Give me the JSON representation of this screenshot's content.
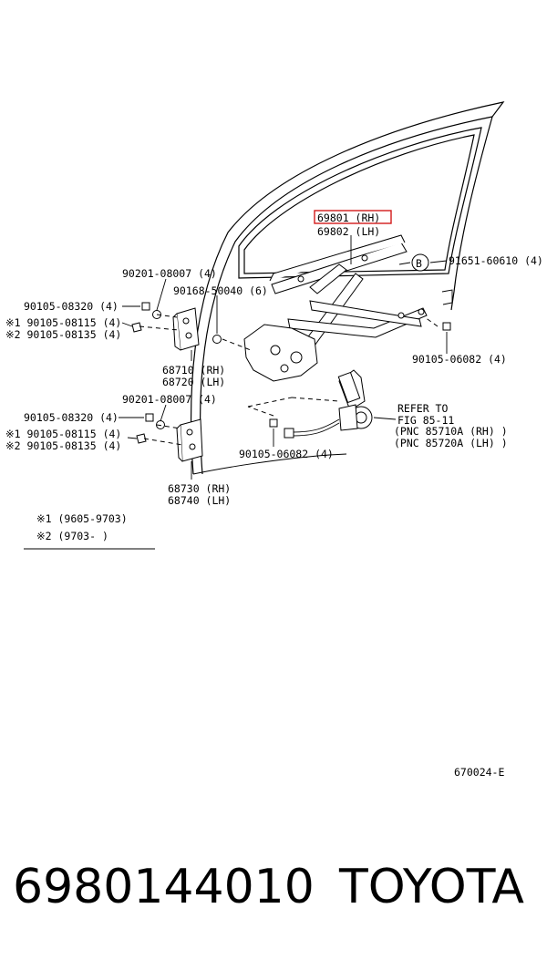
{
  "labels": {
    "glass_rh": "69801 (RH)",
    "glass_lh": "69802 (LH)",
    "b_mark": "B",
    "bolt_91651": "91651-60610 (4)",
    "bolt_90201_top": "90201-08007 (4)",
    "bolt_90168": "90168-50040 (6)",
    "bolt_90105_08320_top": "90105-08320 (4)",
    "bolt_90105_08115_top": "※1 90105-08115 (4)",
    "bolt_90105_08135_top": "※2 90105-08135 (4)",
    "hinge_68710": "68710 (RH)",
    "hinge_68720": "68720 (LH)",
    "bolt_90105_06082_right": "90105-06082 (4)",
    "bolt_90201_bottom": "90201-08007 (4)",
    "bolt_90105_08320_bottom": "90105-08320 (4)",
    "bolt_90105_08115_bottom": "※1 90105-08115 (4)",
    "bolt_90105_08135_bottom": "※2 90105-08135 (4)",
    "refer_1": "REFER TO",
    "refer_2": "FIG 85-11",
    "refer_3": "(PNC  85710A (RH) )",
    "refer_4": "(PNC  85720A (LH) )",
    "bolt_90105_06082_bottom": "90105-06082 (4)",
    "hinge_68730": "68730 (RH)",
    "hinge_68740": "68740 (LH)",
    "note_1": "※1  (9605-9703)",
    "note_2": "※2  (9703-      )",
    "drawing_code": "670024-E"
  },
  "footer": {
    "part_number": "6980144010",
    "brand": "TOYOTA"
  },
  "colors": {
    "highlight": "#d31a1a",
    "ink": "#000000"
  }
}
